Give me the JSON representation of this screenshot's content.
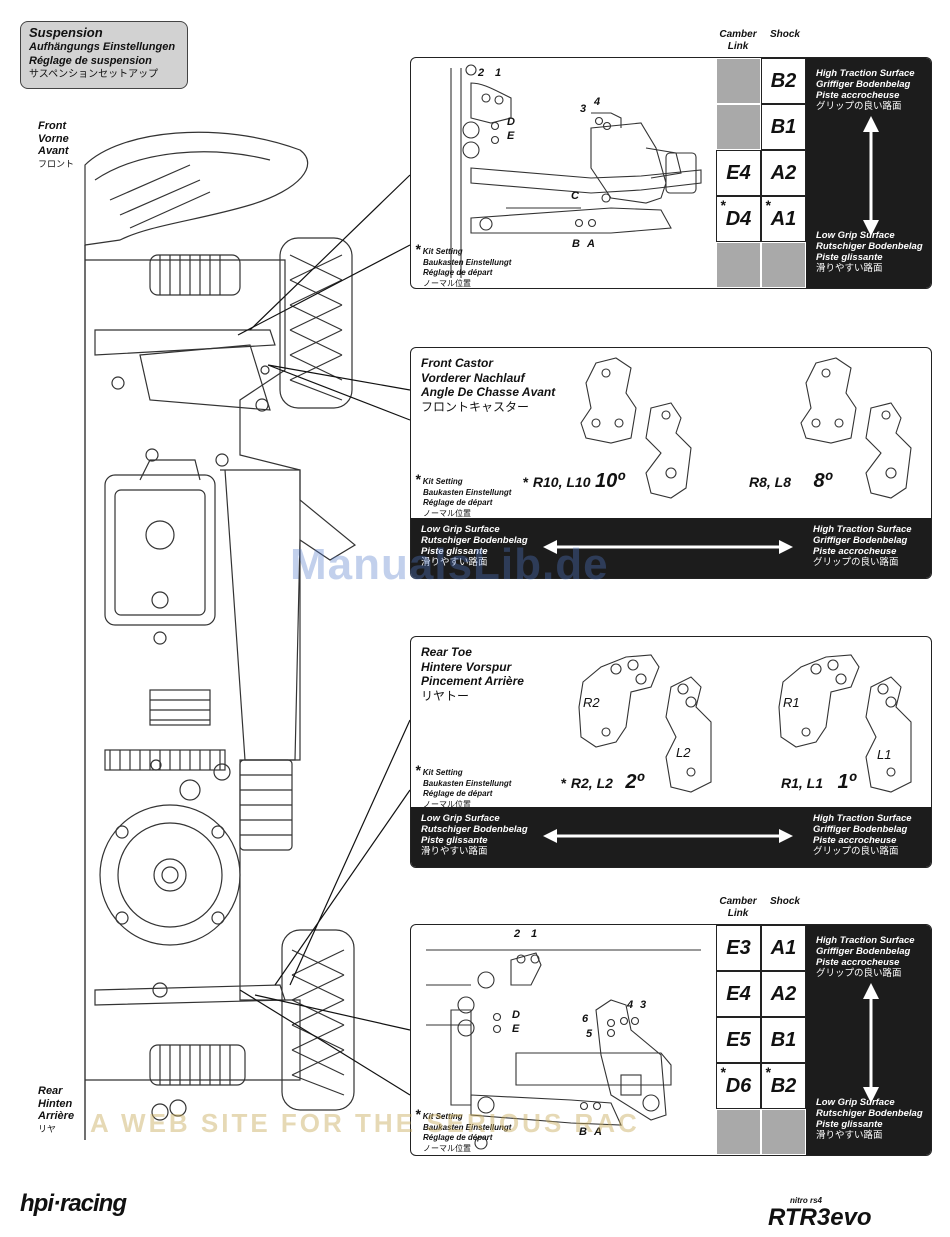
{
  "header": {
    "title": "Suspension",
    "de": "Aufhängungs Einstellungen",
    "fr": "Réglage de suspension",
    "jp": "サスペンションセットアップ"
  },
  "front_label": {
    "en": "Front",
    "de": "Vorne",
    "fr": "Avant",
    "jp": "フロント"
  },
  "rear_label": {
    "en": "Rear",
    "de": "Hinten",
    "fr": "Arrière",
    "jp": "リヤ"
  },
  "kit": {
    "star": "*",
    "l1": "Kit Setting",
    "l2": "Baukasten Einstellungt",
    "l3": "Réglage de départ",
    "l4": "ノーマル位置"
  },
  "table_headers": {
    "camber": "Camber Link",
    "shock": "Shock"
  },
  "high_surface": {
    "en": "High Traction Surface",
    "de": "Griffiger Bodenbelag",
    "fr": "Piste accrocheuse",
    "jp": "グリップの良い路面"
  },
  "low_surface": {
    "en": "Low Grip Surface",
    "de": "Rutschiger Bodenbelag",
    "fr": "Piste glissante",
    "jp": "滑りやすい路面"
  },
  "front_susp": {
    "labels": {
      "p2": "2",
      "p1": "1",
      "d": "D",
      "e": "E",
      "p3": "3",
      "p4": "4",
      "c": "C",
      "b": "B",
      "a": "A"
    },
    "rows": [
      {
        "camber": "",
        "shock": "B2"
      },
      {
        "camber": "",
        "shock": "B1"
      },
      {
        "camber": "E4",
        "shock": "A2"
      },
      {
        "camber": "D4",
        "shock": "A1",
        "kit": true
      },
      {
        "camber": "",
        "shock": ""
      }
    ]
  },
  "castor": {
    "en": "Front Castor",
    "de": "Vorderer Nachlauf",
    "fr": "Angle De Chasse Avant",
    "jp": "フロントキャスター",
    "opt1_label": "R10, L10",
    "opt1_value": "10º",
    "opt2_label": "R8, L8",
    "opt2_value": "8º"
  },
  "toe": {
    "en": "Rear Toe",
    "de": "Hintere Vorspur",
    "fr": "Pincement Arrière",
    "jp": "リヤトー",
    "opt1_label": "R2, L2",
    "opt1_value": "2º",
    "opt2_label": "R1, L1",
    "opt2_value": "1º",
    "parts": {
      "r2": "R2",
      "l2": "L2",
      "r1": "R1",
      "l1": "L1"
    }
  },
  "rear_susp": {
    "labels": {
      "p2": "2",
      "p1": "1",
      "d": "D",
      "e": "E",
      "p6": "6",
      "p5": "5",
      "p4": "4",
      "p3": "3",
      "b": "B",
      "a": "A"
    },
    "rows": [
      {
        "camber": "E3",
        "shock": "A1"
      },
      {
        "camber": "E4",
        "shock": "A2"
      },
      {
        "camber": "E5",
        "shock": "B1"
      },
      {
        "camber": "D6",
        "shock": "B2",
        "kit": true
      },
      {
        "camber": "",
        "shock": ""
      }
    ]
  },
  "logos": {
    "left": "hpi·racing",
    "right_small": "nitro rs4",
    "right": "RTR3evo"
  },
  "watermark": {
    "manualslib": "ManualsLib.de",
    "bottom": "A WEB SITE FOR THE SERIOUS RAC"
  },
  "colors": {
    "panel_black": "#1c1c1c",
    "grey_cell": "#a9a9a9",
    "title_bg": "#d2d2d2"
  }
}
